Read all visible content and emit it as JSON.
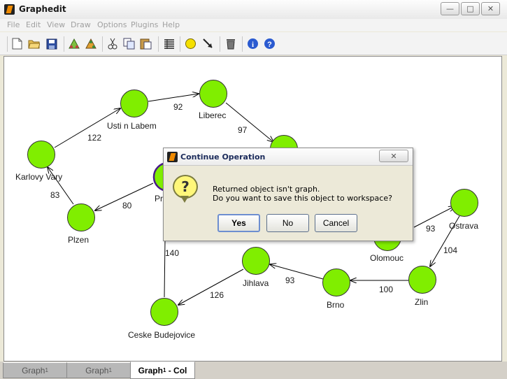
{
  "window": {
    "title": "Graphedit",
    "controls": {
      "minimize": "—",
      "maximize": "□",
      "close": "✕"
    }
  },
  "menu": [
    "File",
    "Edit",
    "View",
    "Draw",
    "Options",
    "Plugins",
    "Help"
  ],
  "toolbar": {
    "icons": [
      "new-file-icon",
      "open-folder-icon",
      "save-icon",
      "graph-import-icon",
      "graph-export-icon",
      "cut-icon",
      "copy-icon",
      "paste-icon",
      "properties-list-icon",
      "add-node-icon",
      "pointer-arrow-icon",
      "trash-icon",
      "info-icon",
      "help-icon"
    ]
  },
  "graph": {
    "node_color": "#80ee00",
    "nodes": [
      {
        "id": "karlovy",
        "label": "Karlovy Vary"
      },
      {
        "id": "usti",
        "label": "Usti n Labem"
      },
      {
        "id": "liberec",
        "label": "Liberec"
      },
      {
        "id": "hradec",
        "label": ""
      },
      {
        "id": "praha",
        "label": "Pr"
      },
      {
        "id": "plzen",
        "label": "Plzen"
      },
      {
        "id": "ceske",
        "label": "Ceske Budejovice"
      },
      {
        "id": "jihlava",
        "label": "Jihlava"
      },
      {
        "id": "brno",
        "label": "Brno"
      },
      {
        "id": "zlin",
        "label": "Zlin"
      },
      {
        "id": "ostrava",
        "label": "Ostrava"
      },
      {
        "id": "olomouc",
        "label": "Olomouc"
      }
    ],
    "edges": [
      {
        "from": "karlovy",
        "to": "usti",
        "weight": "122"
      },
      {
        "from": "usti",
        "to": "liberec",
        "weight": "92"
      },
      {
        "from": "liberec",
        "to": "hradec",
        "weight": "97"
      },
      {
        "from": "plzen",
        "to": "karlovy",
        "weight": "83"
      },
      {
        "from": "praha",
        "to": "plzen",
        "weight": "80"
      },
      {
        "from": "praha",
        "to": "ceske",
        "weight": "140"
      },
      {
        "from": "jihlava",
        "to": "ceske",
        "weight": "126"
      },
      {
        "from": "brno",
        "to": "jihlava",
        "weight": "93"
      },
      {
        "from": "zlin",
        "to": "brno",
        "weight": "100"
      },
      {
        "from": "ostrava",
        "to": "zlin",
        "weight": "104"
      },
      {
        "from": "olomouc",
        "to": "ostrava",
        "weight": "93"
      }
    ]
  },
  "tabs": [
    {
      "label": "Graph",
      "sub": "1",
      "suffix": "",
      "active": false
    },
    {
      "label": "Graph",
      "sub": "1",
      "suffix": "",
      "active": false
    },
    {
      "label": "Graph",
      "sub": "1",
      "suffix": " - Col",
      "active": true
    }
  ],
  "dialog": {
    "title": "Continue Operation",
    "close": "✕",
    "icon_glyph": "?",
    "message_line1": "Returned object isn't graph.",
    "message_line2": "Do you want to save this object to workspace?",
    "buttons": {
      "yes": "Yes",
      "no": "No",
      "cancel": "Cancel"
    }
  }
}
